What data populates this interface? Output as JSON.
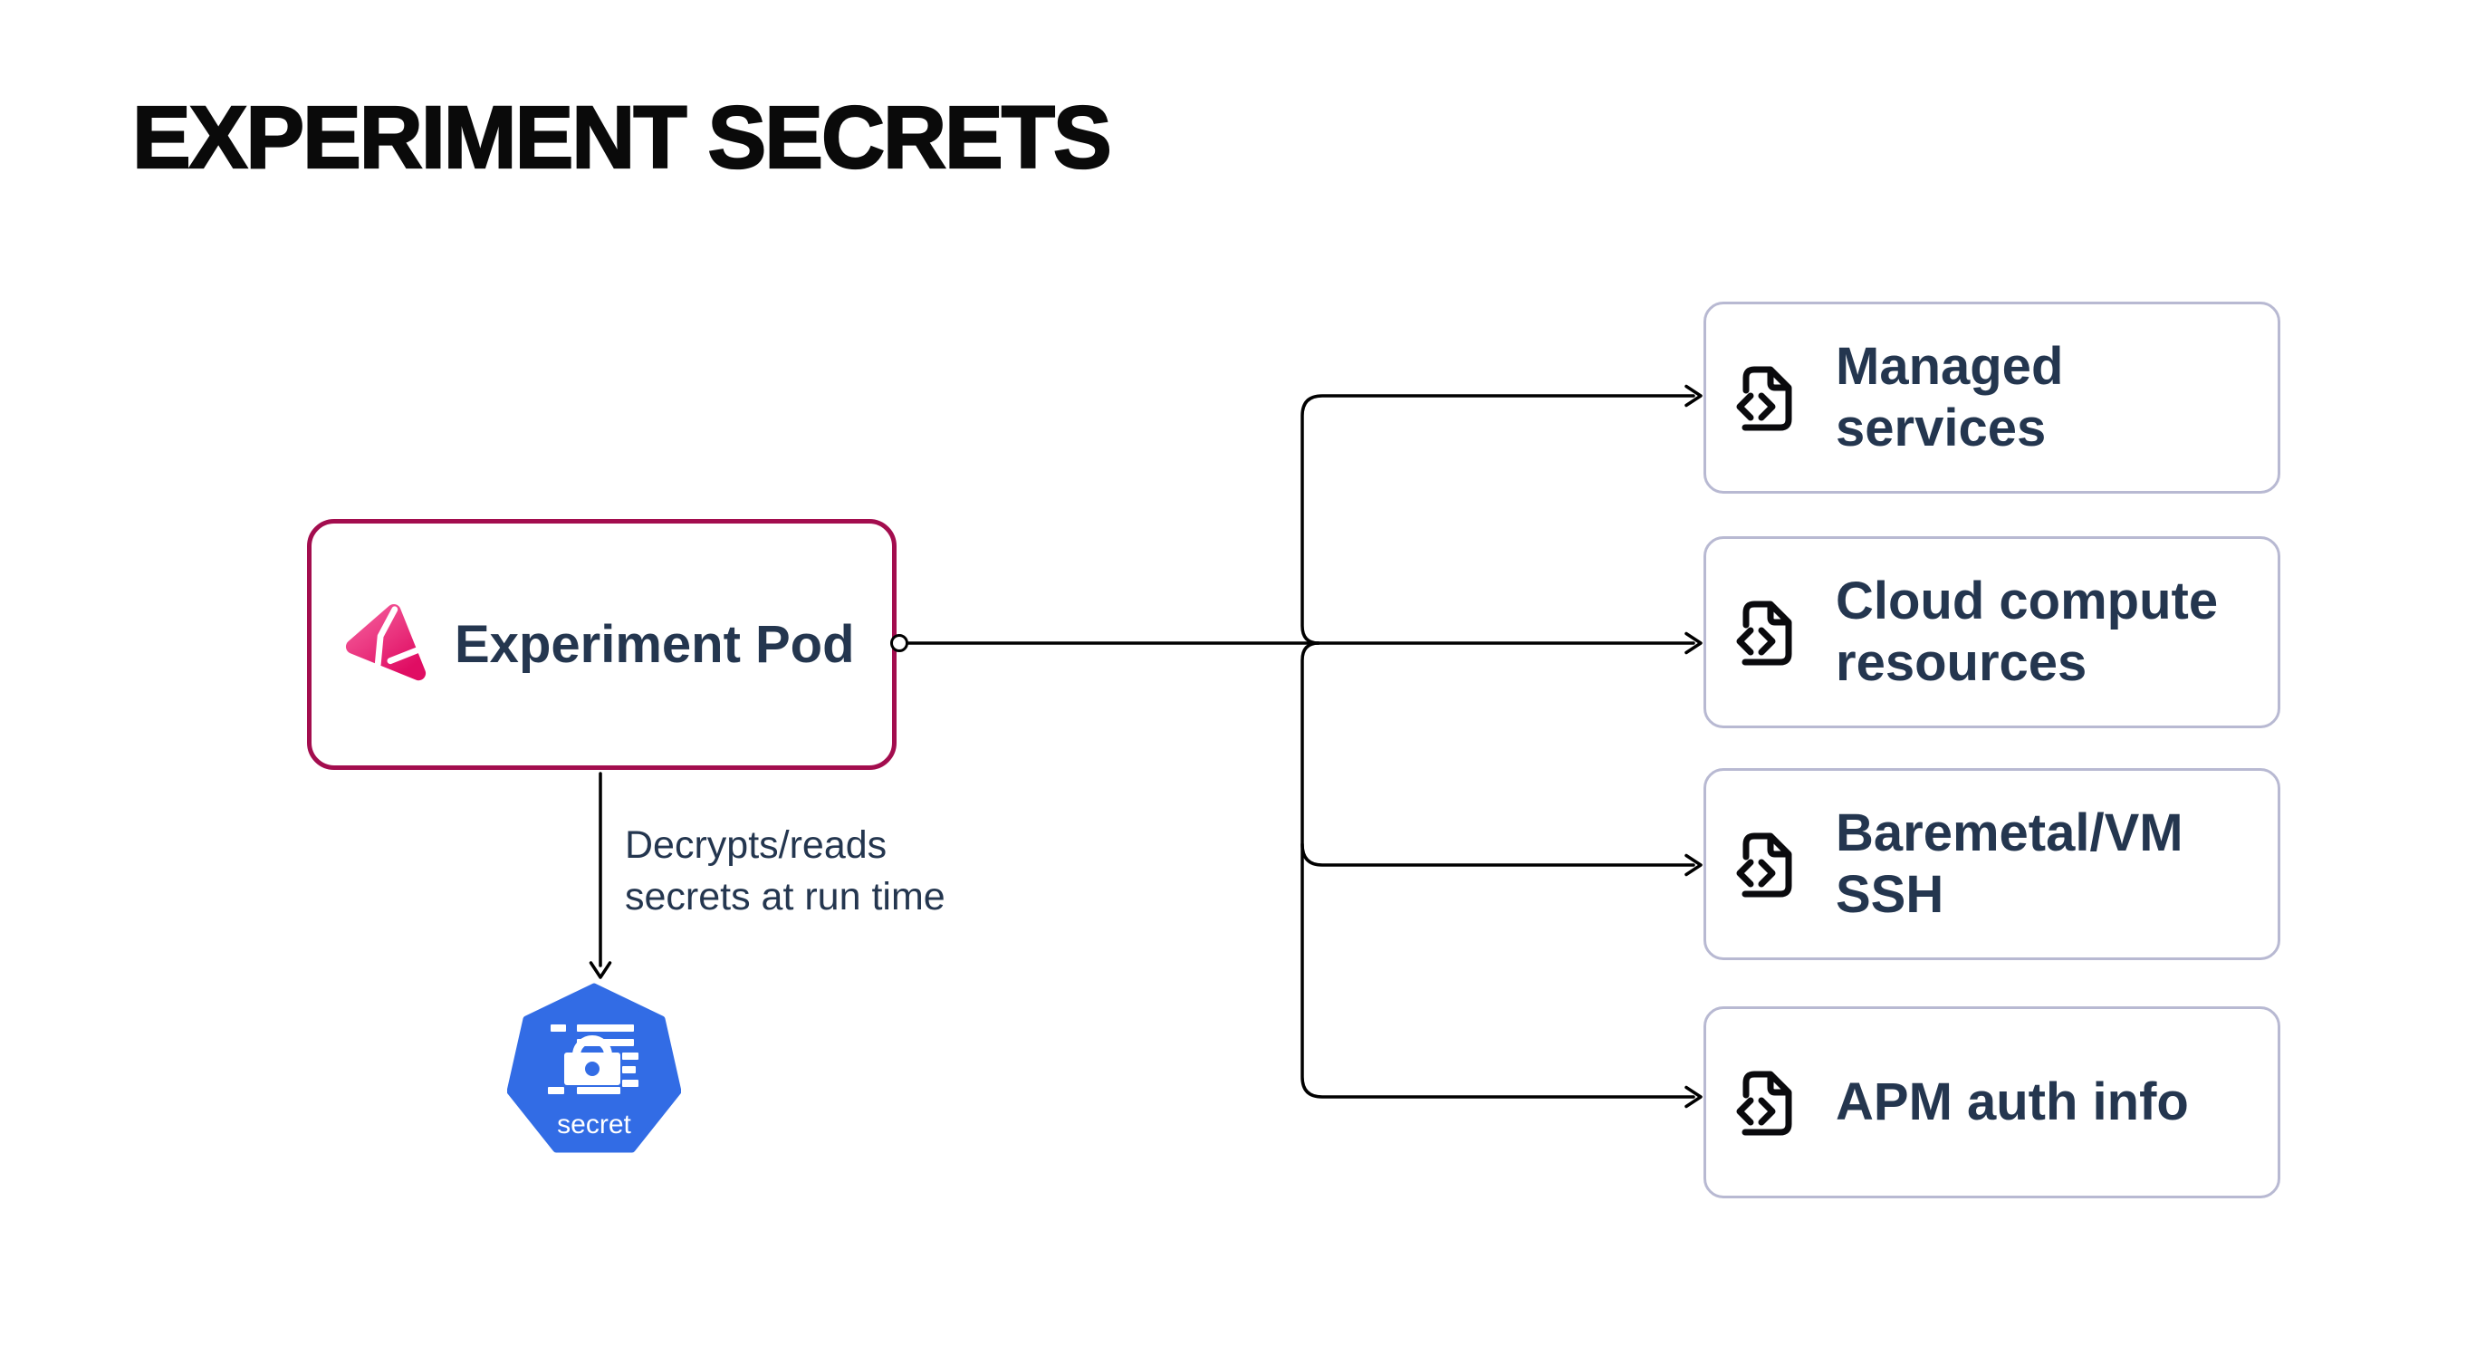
{
  "title": "EXPERIMENT SECRETS",
  "pod": {
    "label": "Experiment Pod",
    "icon": "litmus-experiment-icon"
  },
  "edge_annotation": "Decrypts/reads\nsecrets at run time",
  "secret_node": {
    "label": "secret",
    "icon": "kubernetes-secret-icon"
  },
  "targets": [
    {
      "id": "managed-services",
      "label": "Managed\nservices",
      "icon": "file-code-icon"
    },
    {
      "id": "cloud-compute",
      "label": "Cloud compute\nresources",
      "icon": "file-code-icon"
    },
    {
      "id": "baremetal-vm-ssh",
      "label": "Baremetal/VM\nSSH",
      "icon": "file-code-icon"
    },
    {
      "id": "apm-auth-info",
      "label": "APM auth info",
      "icon": "file-code-icon"
    }
  ],
  "edges": [
    {
      "from": "experiment-pod",
      "to": "kubernetes-secret",
      "label": "Decrypts/reads secrets at run time"
    },
    {
      "from": "experiment-pod",
      "to": "managed-services"
    },
    {
      "from": "experiment-pod",
      "to": "cloud-compute"
    },
    {
      "from": "experiment-pod",
      "to": "baremetal-vm-ssh"
    },
    {
      "from": "experiment-pod",
      "to": "apm-auth-info"
    }
  ],
  "colors": {
    "background": "#FFFFFF",
    "title_text": "#0A0A0A",
    "node_text": "#24364F",
    "pod_border": "#A30D4E",
    "target_border": "#B8B9D2",
    "connector_line": "#000000",
    "kubernetes_blue": "#326CE5",
    "logo_pink_light": "#F55E9C",
    "logo_pink_dark": "#E00D63",
    "file_icon": "#0A0A0D"
  }
}
